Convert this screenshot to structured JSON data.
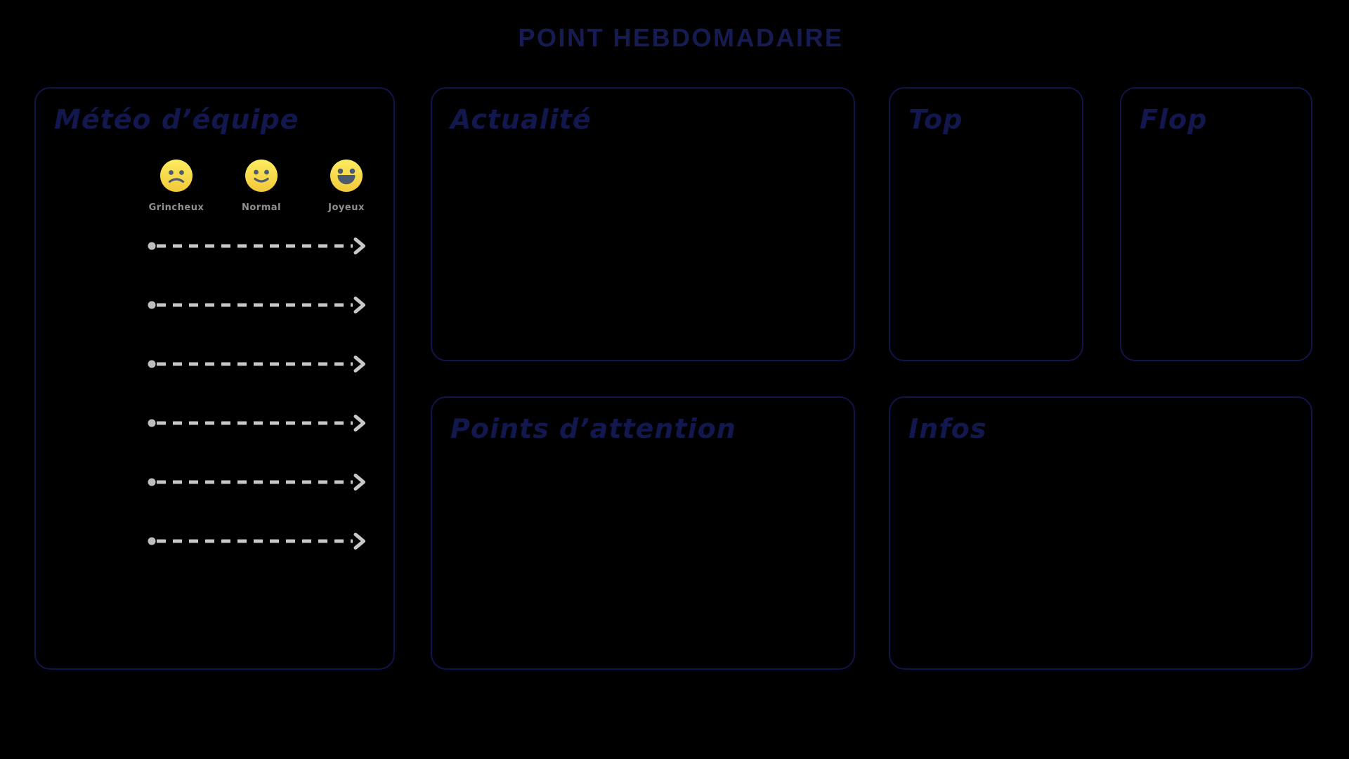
{
  "page": {
    "title": "POINT HEBDOMADAIRE",
    "background_color": "#000000"
  },
  "colors": {
    "main_title": "#161c52",
    "panel_border": "#10144a",
    "panel_title": "#12174d",
    "mood_label": "#8f8f8f",
    "arrow": "#c8c8c8",
    "emoji_yellow_top": "#fdec60",
    "emoji_yellow_bottom": "#f2c93a",
    "emoji_face": "#4d5b6e"
  },
  "panels": {
    "meteo": {
      "title": "Météo d’équipe",
      "moods": [
        {
          "label": "Grincheux",
          "expression": "sad"
        },
        {
          "label": "Normal",
          "expression": "smile"
        },
        {
          "label": "Joyeux",
          "expression": "grin"
        }
      ],
      "arrow_rows": 6
    },
    "actualite": {
      "title": "Actualité"
    },
    "top": {
      "title": "Top"
    },
    "flop": {
      "title": "Flop"
    },
    "points_attention": {
      "title": "Points d’attention"
    },
    "infos": {
      "title": "Infos"
    }
  }
}
